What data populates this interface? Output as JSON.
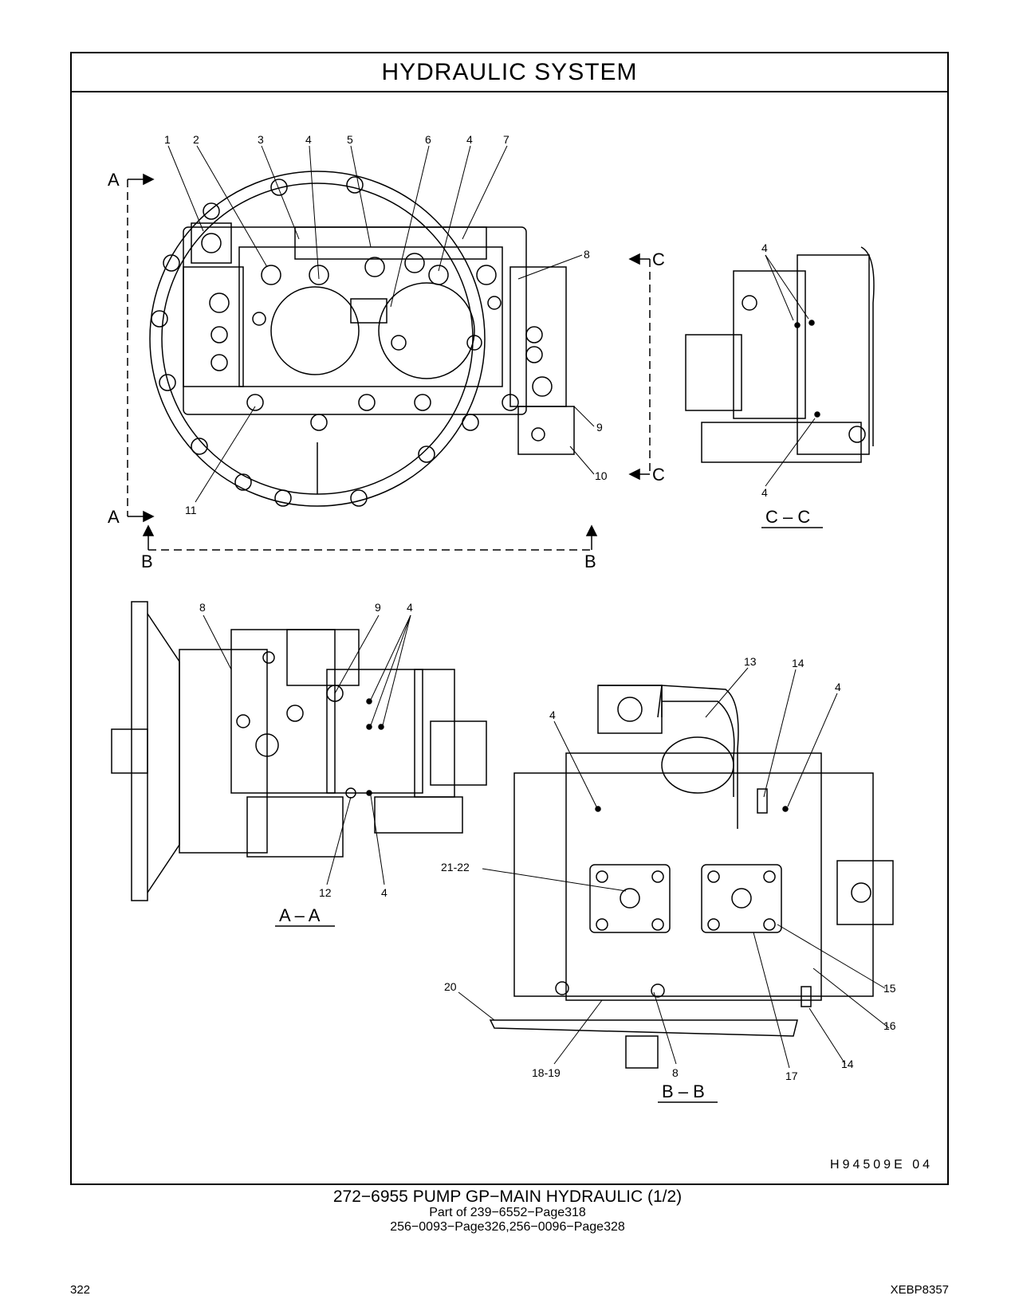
{
  "title": "HYDRAULIC   SYSTEM",
  "ref_code": "H94509E    04",
  "caption": {
    "line1": "272−6955   PUMP  GP−MAIN  HYDRAULIC (1/2)",
    "line2": "Part of 239−6552−Page318",
    "line3": "256−0093−Page326,256−0096−Page328"
  },
  "page_number": "322",
  "doc_id": "XEBP8357",
  "section_markers": {
    "a": "A",
    "b": "B",
    "c": "C"
  },
  "view_labels": {
    "cc": "C – C",
    "aa": "A – A",
    "bb": "B – B"
  },
  "callouts": {
    "top": [
      "1",
      "2",
      "3",
      "4",
      "5",
      "6",
      "4",
      "7",
      "8",
      "9",
      "10",
      "11"
    ],
    "cc": [
      "4",
      "4"
    ],
    "aa": [
      "8",
      "9",
      "4",
      "12",
      "4"
    ],
    "bb": [
      "13",
      "14",
      "4",
      "4",
      "21-22",
      "20",
      "18-19",
      "8",
      "17",
      "14",
      "16",
      "15"
    ]
  }
}
